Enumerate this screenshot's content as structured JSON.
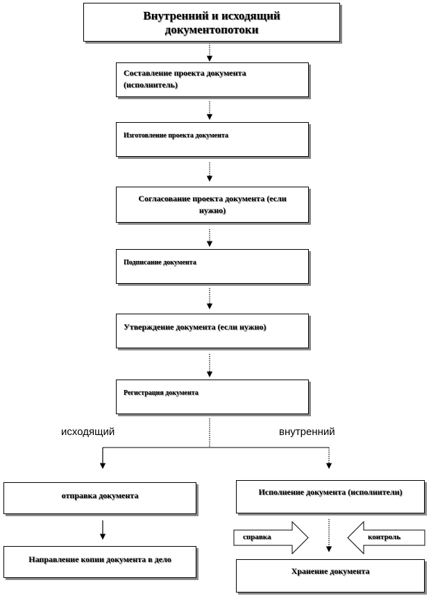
{
  "title": "Внутренний и исходящий документопотоки",
  "steps": [
    "Составление проекта документа (исполнитель)",
    "Изготовление проекта документа",
    "Согласование  проекта документа (если нужно)",
    "Подписание документа",
    "Утверждение документа (если нужно)",
    "Регистрация документа"
  ],
  "branches": {
    "outgoing_label": "исходящий",
    "internal_label": "внутренний"
  },
  "outgoing": {
    "send": "отправка документа",
    "copy_to_file": "Направление копии документа в дело"
  },
  "internal": {
    "execute": "Исполнение документа (исполнители)",
    "reference": "справка",
    "control": "контроль",
    "storage": "Хранение документа"
  }
}
